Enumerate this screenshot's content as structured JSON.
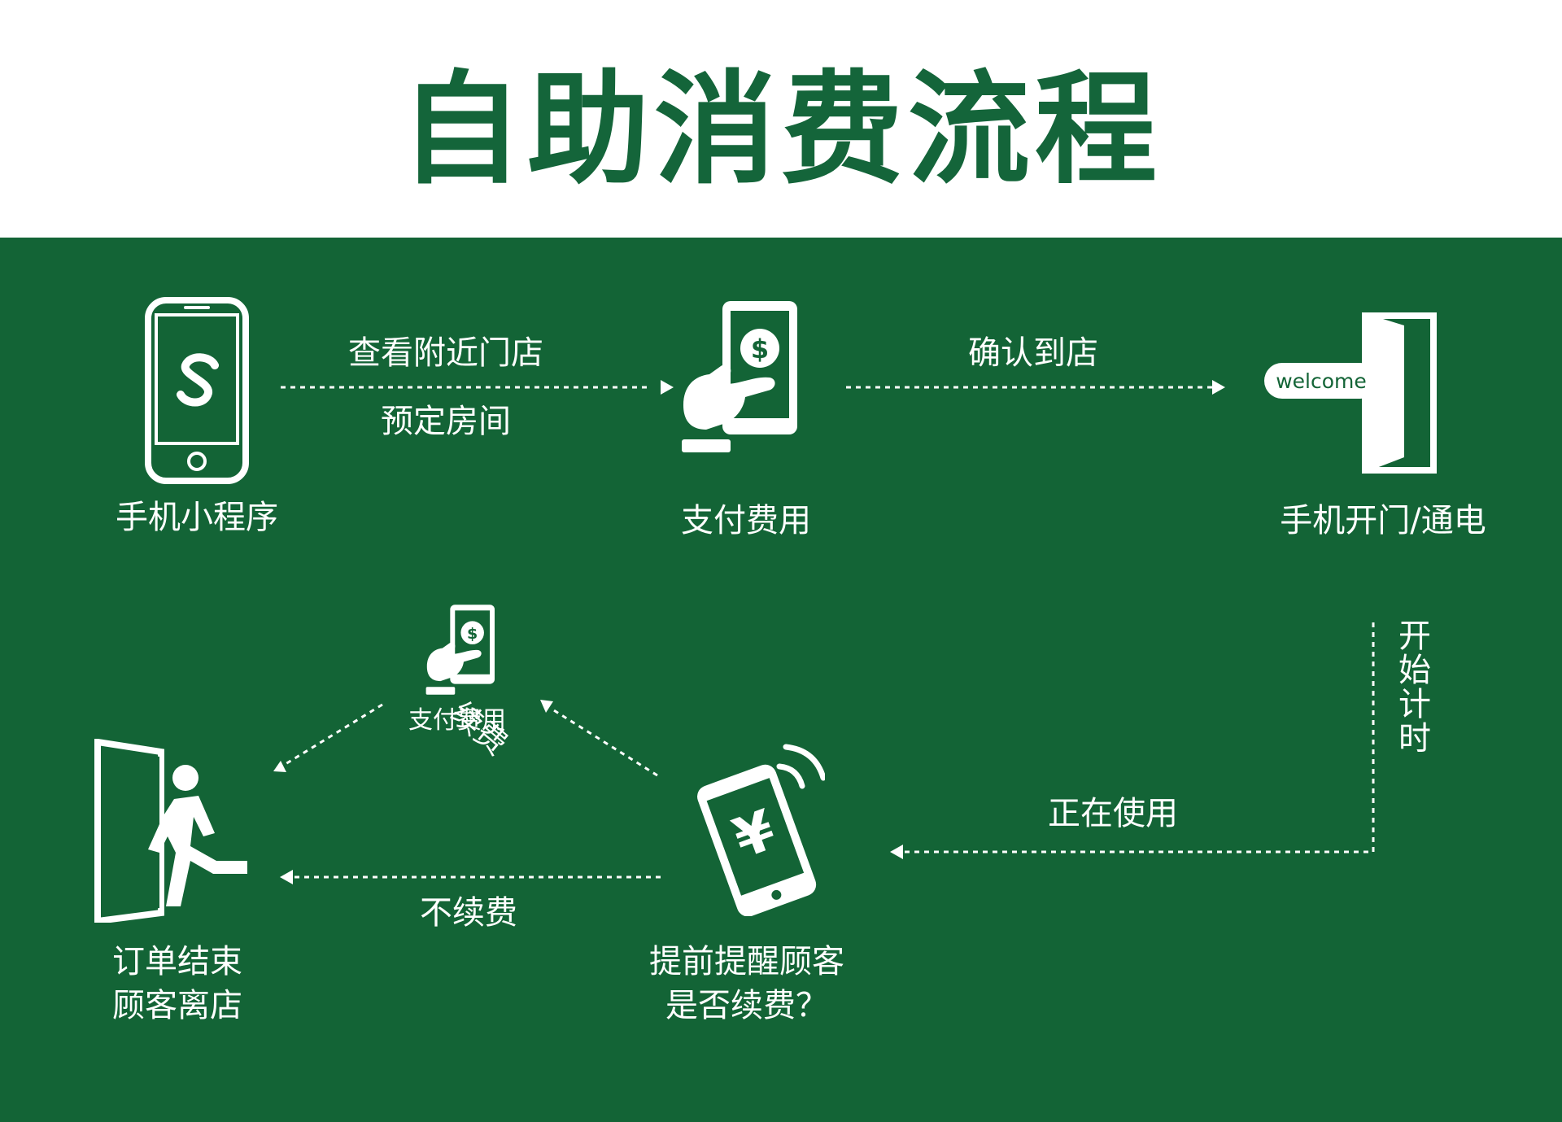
{
  "title": "自助消费流程",
  "colors": {
    "brand_green": "#136436",
    "title_green": "#14653a",
    "foreground": "#ffffff"
  },
  "nodes": {
    "mini_program": {
      "label": "手机小程序",
      "icon": "smartphone-app-icon"
    },
    "pay": {
      "label": "支付费用",
      "icon": "hand-holding-phone-dollar-icon"
    },
    "open_door": {
      "label": "手机开门/通电",
      "icon": "door-welcome-sign-icon",
      "sign_text": "welcome"
    },
    "remind": {
      "line1": "提前提醒顾客",
      "line2": "是否续费？",
      "icon": "phone-yuan-notification-icon"
    },
    "renew_pay": {
      "label": "支付费用",
      "icon": "hand-holding-phone-dollar-icon"
    },
    "order_end": {
      "line1": "订单结束",
      "line2": "顾客离店",
      "icon": "person-exiting-door-icon"
    }
  },
  "edges": {
    "e1_top": "查看附近门店",
    "e1_bottom": "预定房间",
    "e2": "确认到店",
    "e3": "开始计时",
    "e4": "正在使用",
    "e5": "不续费",
    "e6": "续费"
  }
}
